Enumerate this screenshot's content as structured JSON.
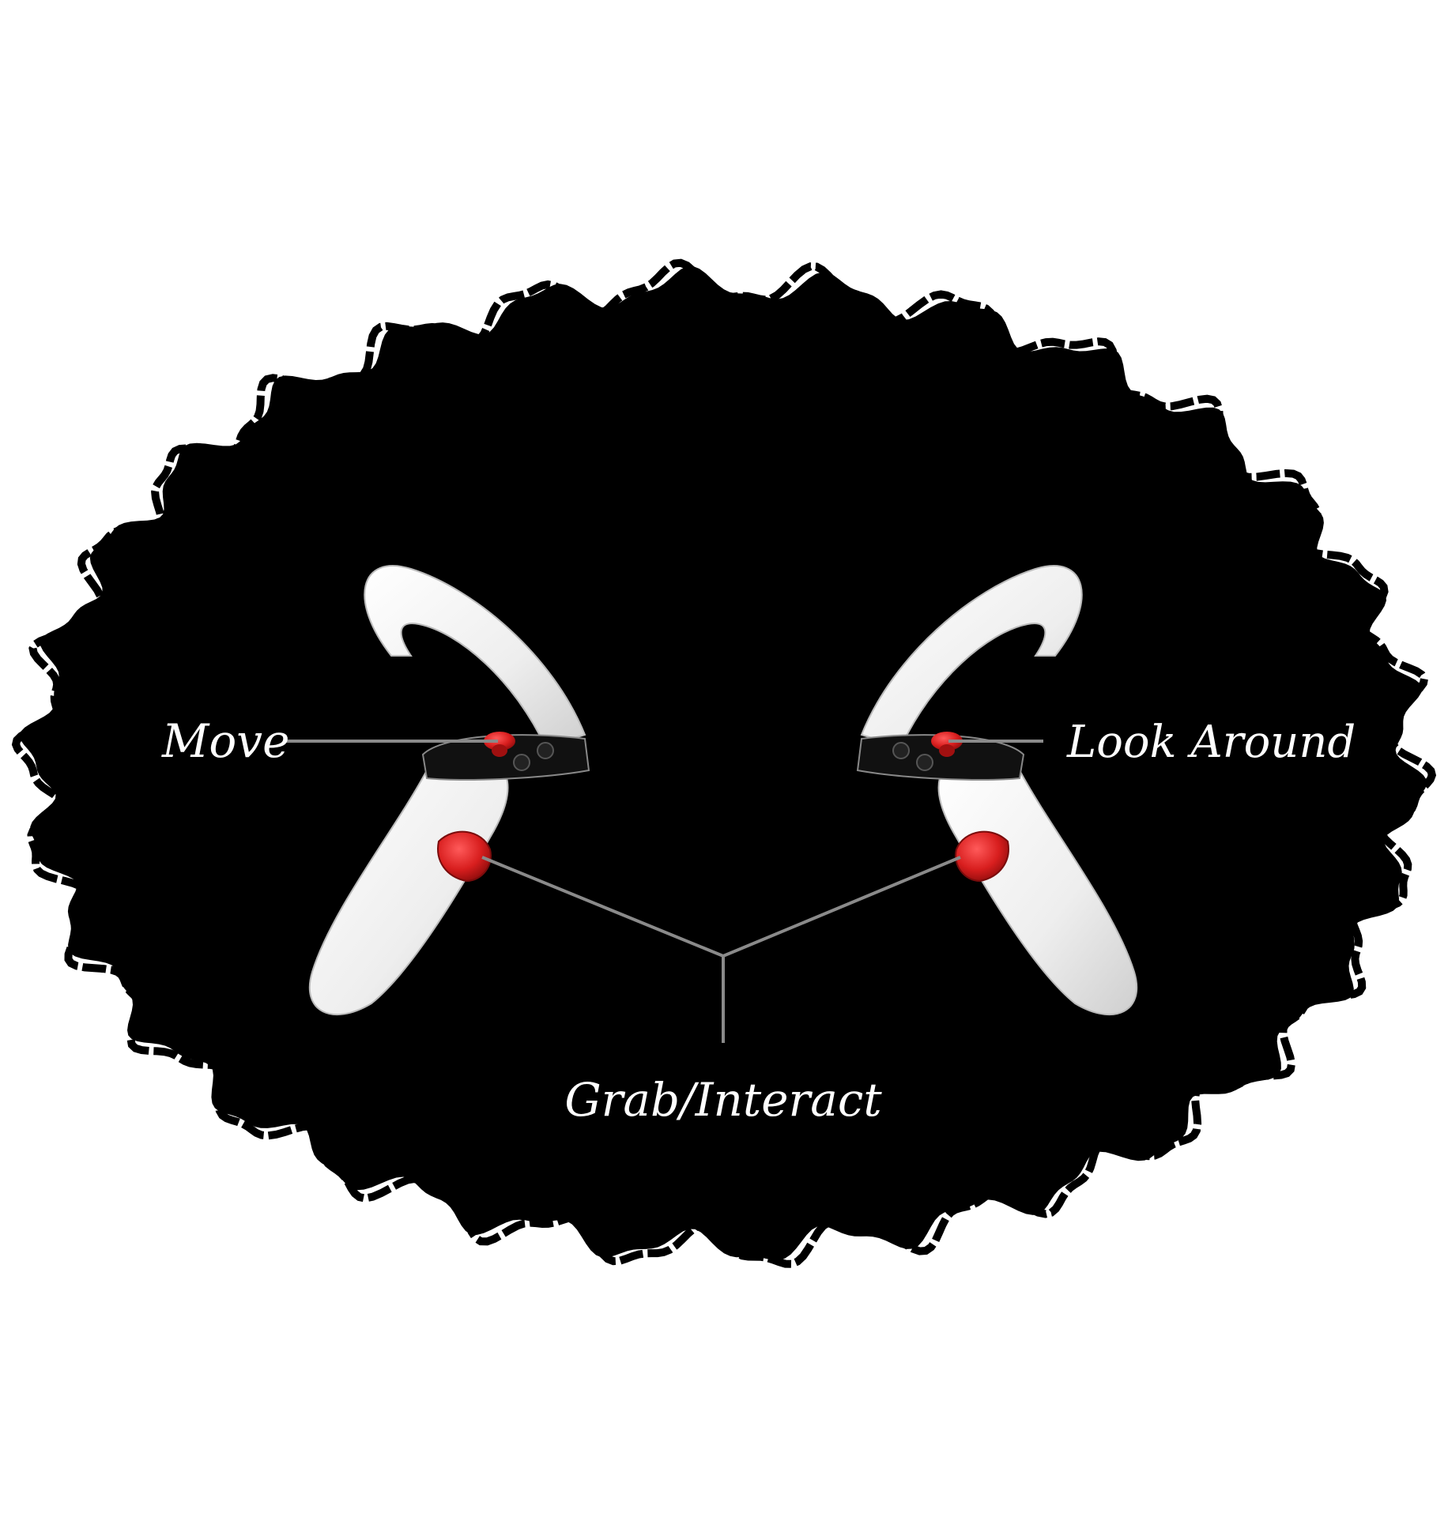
{
  "labels": {
    "move": "Move",
    "look_around": "Look Around",
    "grab_interact": "Grab/Interact"
  },
  "colors": {
    "background": "#ffffff",
    "panel": "#000000",
    "controller_body": "#f2f2f2",
    "controller_shadow": "#c9c9c9",
    "highlight_red": "#d81e1e",
    "leader_line": "#8a8a8a",
    "label_text": "#ffffff"
  },
  "icons": {
    "left_controller": "vr-controller-left-icon",
    "right_controller": "vr-controller-right-icon"
  }
}
